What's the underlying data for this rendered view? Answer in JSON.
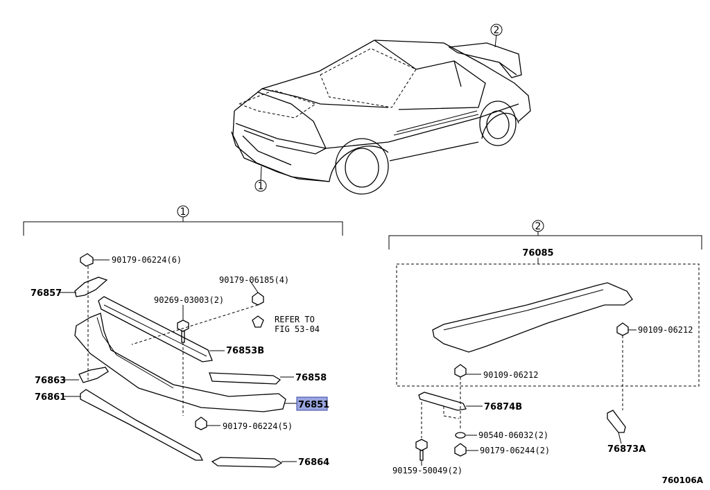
{
  "figure_id": "760106A",
  "callouts": {
    "front_spoiler": "1",
    "rear_spoiler": "2"
  },
  "group1": {
    "header": "1",
    "parts": {
      "p76857": "76857",
      "p76863": "76863",
      "p76861": "76861",
      "p76853b": "76853B",
      "p76858": "76858",
      "p76851": "76851",
      "p76864": "76864",
      "f90179_06224_6": "90179-06224(6)",
      "f90179_06185_4": "90179-06185(4)",
      "f90269_03003_2": "90269-03003(2)",
      "refer_line1": "REFER TO",
      "refer_line2": "FIG 53-04",
      "f90179_06224_5": "90179-06224(5)"
    }
  },
  "group2": {
    "header": "2",
    "parts": {
      "p76085": "76085",
      "f90109_06212_a": "90109-06212",
      "f90109_06212_b": "90109-06212",
      "p76874b": "76874B",
      "f90540_06032_2": "90540-06032(2)",
      "f90179_06244_2": "90179-06244(2)",
      "f90159_50049_2": "90159-50049(2)",
      "p76873a": "76873A"
    }
  },
  "colors": {
    "highlight": "#9aa6e0",
    "ink": "#000000"
  }
}
